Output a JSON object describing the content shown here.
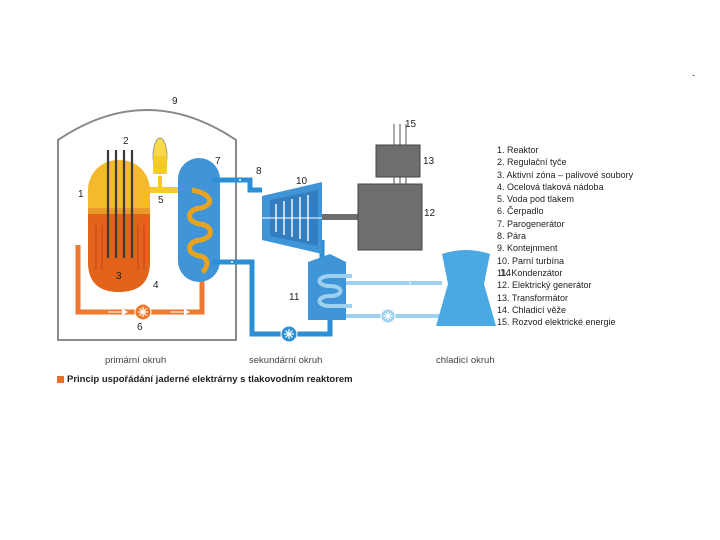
{
  "colors": {
    "primary_hot": "#f4ca24",
    "primary_warm": "#e8a420",
    "core": "#e2631a",
    "primary_loop": "#ee7a30",
    "secondary_loop": "#2b8fd6",
    "vessel_blue": "#3f95d8",
    "cooling_loop": "#9ed0f0",
    "tower": "#4aa9e3",
    "machinery": "#6e6e6e",
    "containment_stroke": "#8a8a8a",
    "caption_marker": "#e5702a"
  },
  "icons": [
    "pump-icon"
  ],
  "labels": {
    "n1": "1",
    "n2": "2",
    "n3": "3",
    "n4": "4",
    "n5": "5",
    "n6": "6",
    "n7": "7",
    "n8": "8",
    "n9": "9",
    "n10": "10",
    "n11": "11",
    "n12": "12",
    "n13": "13",
    "n14": "14",
    "n15": "15"
  },
  "regions": {
    "primary": "primární okruh",
    "secondary": "sekundární okruh",
    "cooling": "chladicí okruh"
  },
  "legend": [
    "1. Reaktor",
    "2. Regulační tyče",
    "3. Aktivní zóna – palivové soubory",
    "4. Ocelová tlaková nádoba",
    "5. Voda pod tlakem",
    "6. Čerpadlo",
    "7. Parogenerátor",
    "8. Pára",
    "9. Kontejnment",
    "10. Parní turbína",
    "11. Kondenzátor",
    "12. Elektrický generátor",
    "13. Transformátor",
    "14. Chladicí věže",
    "15. Rozvod elektrické energie"
  ],
  "caption": "Princip uspořádání jaderné elektrárny s tlakovodním reaktorem",
  "corner_mark": "-"
}
